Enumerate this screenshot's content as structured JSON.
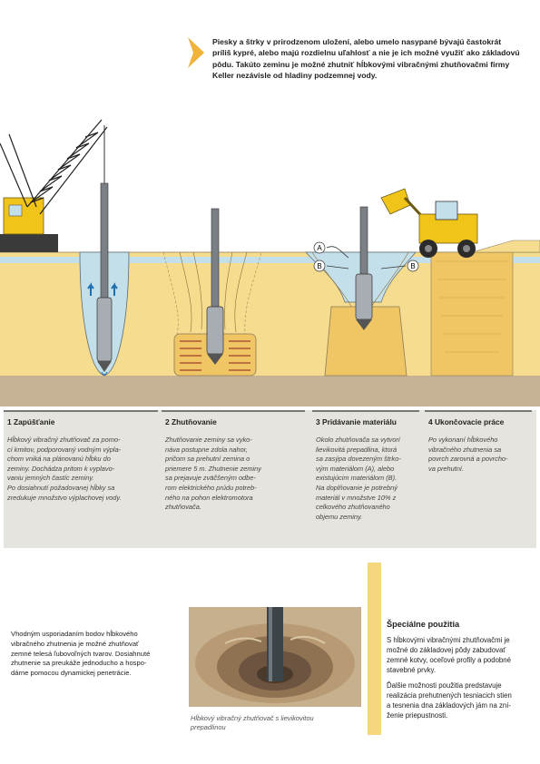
{
  "intro": {
    "text": "Piesky a štrky v prirodzenom uložení, alebo umelo nasypané bývajú častokrát príliš kypré, alebo majú rozdielnu uľahlosť a nie je ich možné využiť ako základovú pôdu. Takúto zeminu je možné zhutniť hĺbkovými vibračnými zhutňovačmi firmy Keller nezávisle od hladiny podzemnej vody."
  },
  "illustration": {
    "labels": {
      "a": "A",
      "b": "B"
    },
    "colors": {
      "sand": "#f6dc8f",
      "water": "#c3e0ea",
      "soil": "#c7b194",
      "compacted": "#efc663",
      "crane": "#f0c419"
    }
  },
  "steps": [
    {
      "title": "1 Zapúšťanie",
      "body": "Hĺbkový vibračný zhutňovač za pomo-\ncí kmitov, podporovaný vodným výpla-\nchom vniká na plánovanú hĺbku do\nzeminy. Dochádza pritom k vyplavo-\nvaniu jemných častíc zeminy.\nPo dosiahnutí požadovanej hĺbky sa\nzredukuje množstvo výplachovej vody."
    },
    {
      "title": "2 Zhutňovanie",
      "body": "Zhutňovanie zeminy sa vyko-\nnáva postupne zdola nahor,\npričom sa prehutní zemina o\npriemere 5 m. Zhutnenie zeminy\nsa prejavuje zväčšeným odbe-\nrom elektrického prúdu potreb-\nného na pohon elektromotora\nzhutňovača."
    },
    {
      "title": "3 Pridávanie materiálu",
      "body": "Okolo zhutňovača sa vytvorí\nlievikovitá prepadlina, ktorá\nsa zasýpa dovezeným štrko-\nvým materiálom (A), alebo\nexistujúcim materiálom (B).\nNa doplňovanie je potrebný\nmateriál v množstve 10% z\ncelkového zhutňovaného\nobjemu zeminy."
    },
    {
      "title": "4 Ukončovacie práce",
      "body": "Po vykonaní hĺbkového\nvibračného zhutnenia sa\npovrch zarovná a povrcho-\nva prehutní."
    }
  ],
  "left_paragraph": "Vhodným usporiadaním bodov hĺbkového\nvibračného zhutnenia je možné zhutňovať\nzemné telesá ľubovoľných tvarov. Dosiahnuté\nzhutnenie sa preukáže jednoducho a hospo-\ndárne pomocou dynamickej penetrácie.",
  "photo_caption": "Hĺbkový vibračný zhutňovač s lievikovitou\nprepadlinou",
  "special": {
    "title": "Špeciálne použitia",
    "p1": "S hĺbkovými vibračnými zhutňovačmi je\nmožné do základovej pôdy zabudovať\nzemné kotvy, oceľové profily a podobné\nstavebné prvky.",
    "p2": "Ďalšie možnosti použitia predstavuje\nrealizácia prehutnených tesniacich stien\na tesnenia dna základových jám na zní-\nženie priepustnosti."
  }
}
